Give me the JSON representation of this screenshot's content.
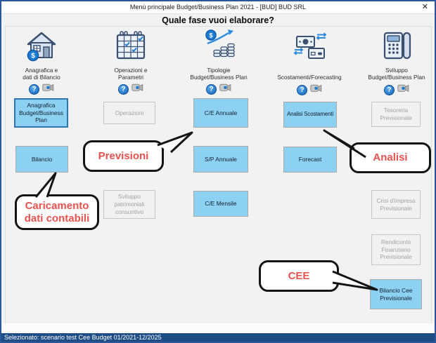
{
  "window": {
    "title": "Menù principale Budget/Business Plan 2021 - [BUD] BUD SRL",
    "close_glyph": "✕"
  },
  "header": {
    "question": "Quale fase vuoi elaborare?"
  },
  "help": {
    "question_glyph": "?"
  },
  "columns": [
    {
      "id": "anagrafica",
      "label": "Anagrafica e\ndati di Bilancio",
      "icon": "house-dollar-icon"
    },
    {
      "id": "operazioni",
      "label": "Operazioni e\nParametri",
      "icon": "calendar-check-icon"
    },
    {
      "id": "tipologie",
      "label": "Tipologie\nBudget/Business Plan",
      "icon": "coins-growth-icon"
    },
    {
      "id": "scostamenti",
      "label": "Scostamenti/Forecasting",
      "icon": "money-transfer-icon"
    },
    {
      "id": "sviluppo",
      "label": "Sviluppo\nBudget/Business Plan",
      "icon": "desk-phone-icon"
    }
  ],
  "buttons": {
    "anagrafica_budget": {
      "label": "Anagrafica Budget/Business Plan",
      "enabled": true
    },
    "operazioni": {
      "label": "Operazioni",
      "enabled": false
    },
    "ce_annuale": {
      "label": "C/E Annuale",
      "enabled": true
    },
    "analisi_scostamenti": {
      "label": "Analisi Scostamenti",
      "enabled": true
    },
    "tesoreria": {
      "label": "Tesoreria Previsionale",
      "enabled": false
    },
    "bilancio": {
      "label": "Bilancio",
      "enabled": true
    },
    "sp_annuale": {
      "label": "S/P Annuale",
      "enabled": true
    },
    "forecast": {
      "label": "Forecast",
      "enabled": true
    },
    "sviluppo_patrimoniali": {
      "label": "Sviluppo patrimoniali consuntivo",
      "enabled": false
    },
    "ce_mensile": {
      "label": "C/E Mensile",
      "enabled": true
    },
    "crisi_impresa": {
      "label": "Crisi d'impresa Previsionale",
      "enabled": false
    },
    "rendiconto": {
      "label": "Rendiconto Finanziario Previsionale",
      "enabled": false
    },
    "bilancio_cee": {
      "label": "Bilancio Cee Previsionale",
      "enabled": true
    }
  },
  "callouts": {
    "previsioni": {
      "text": "Previsioni"
    },
    "analisi": {
      "text": "Analisi"
    },
    "caricamento": {
      "text": "Caricamento dati contabili"
    },
    "cee": {
      "text": "CEE"
    }
  },
  "statusbar": {
    "text": "Selezionato: scenario test Cee Budget 01/2021-12/2025"
  },
  "colors": {
    "button_blue": "#8CD0F2",
    "button_disabled": "#F1F1F1",
    "callout_red": "#E8524E",
    "statusbar_blue": "#1E4C85",
    "window_border": "#2B579A"
  }
}
